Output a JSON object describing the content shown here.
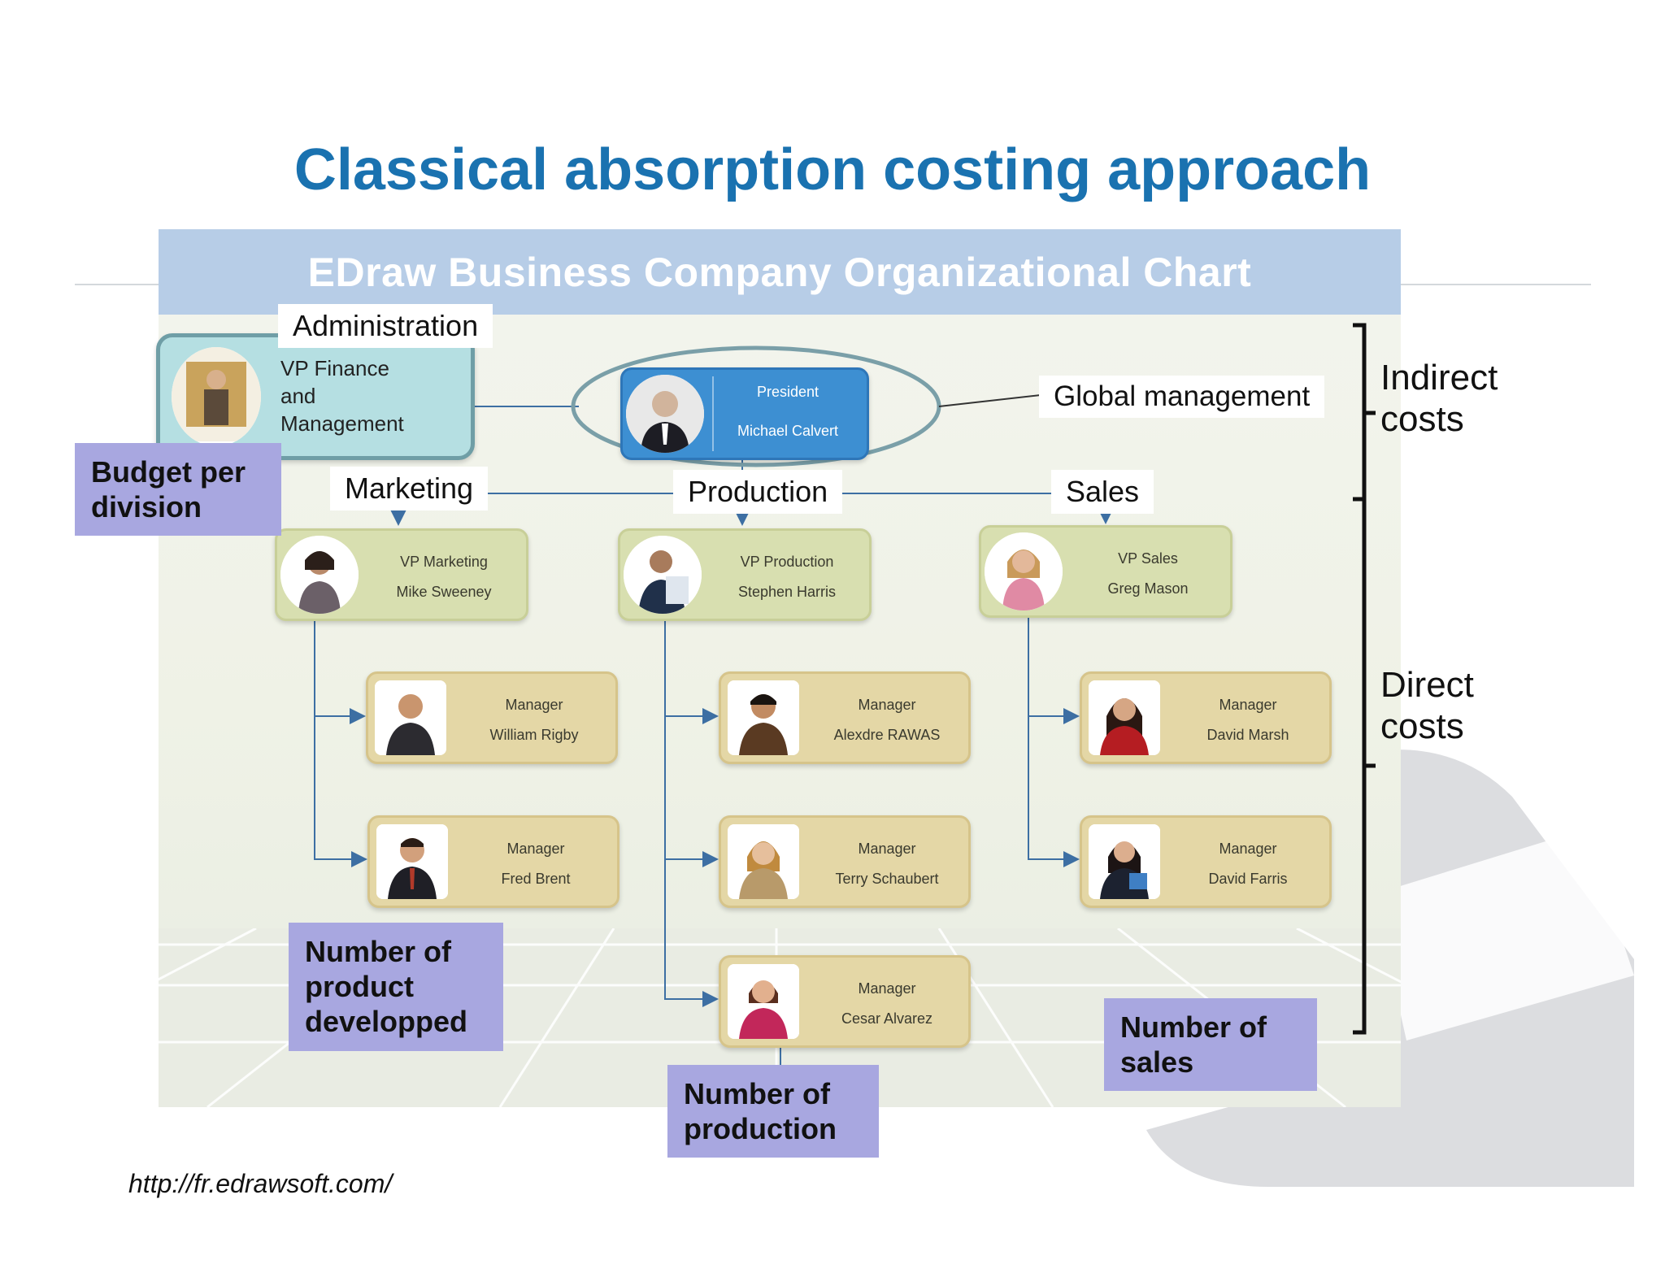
{
  "slide": {
    "title": "Classical absorption costing approach",
    "source_url": "http://fr.edrawsoft.com/"
  },
  "chart": {
    "header": "EDraw Business Company Organizational Chart",
    "admin_card": {
      "line1": "VP Finance",
      "line2": "and",
      "line3": "Management"
    },
    "president": {
      "title": "President",
      "name": "Michael Calvert"
    },
    "vps": [
      {
        "title": "VP Marketing",
        "name": "Mike Sweeney"
      },
      {
        "title": "VP Production",
        "name": "Stephen Harris"
      },
      {
        "title": "VP Sales",
        "name": "Greg Mason"
      }
    ],
    "managers": [
      {
        "title": "Manager",
        "name": "William Rigby"
      },
      {
        "title": "Manager",
        "name": "Fred Brent"
      },
      {
        "title": "Manager",
        "name": "Alexdre RAWAS"
      },
      {
        "title": "Manager",
        "name": "Terry Schaubert"
      },
      {
        "title": "Manager",
        "name": "Cesar Alvarez"
      },
      {
        "title": "Manager",
        "name": "David Marsh"
      },
      {
        "title": "Manager",
        "name": "David Farris"
      }
    ]
  },
  "annotations": {
    "administration": "Administration",
    "marketing": "Marketing",
    "production": "Production",
    "sales": "Sales",
    "global_management": "Global management",
    "budget_per_division": [
      "Budget per",
      "division"
    ],
    "number_of_product": [
      "Number of",
      "product",
      "developped"
    ],
    "number_of_production": [
      "Number of",
      "production"
    ],
    "number_of_sales": [
      "Number of",
      "sales"
    ],
    "indirect_costs": [
      "Indirect",
      "costs"
    ],
    "direct_costs": [
      "Direct",
      "costs"
    ]
  },
  "colors": {
    "title": "#1a72b0",
    "header_band": "#b7cde7",
    "metric_box": "#a8a7e0",
    "vp_card": "#d8dfb0",
    "manager_card": "#e4d7a6",
    "president_card": "#3d8fd2",
    "admin_card": "#b5dfe2"
  }
}
